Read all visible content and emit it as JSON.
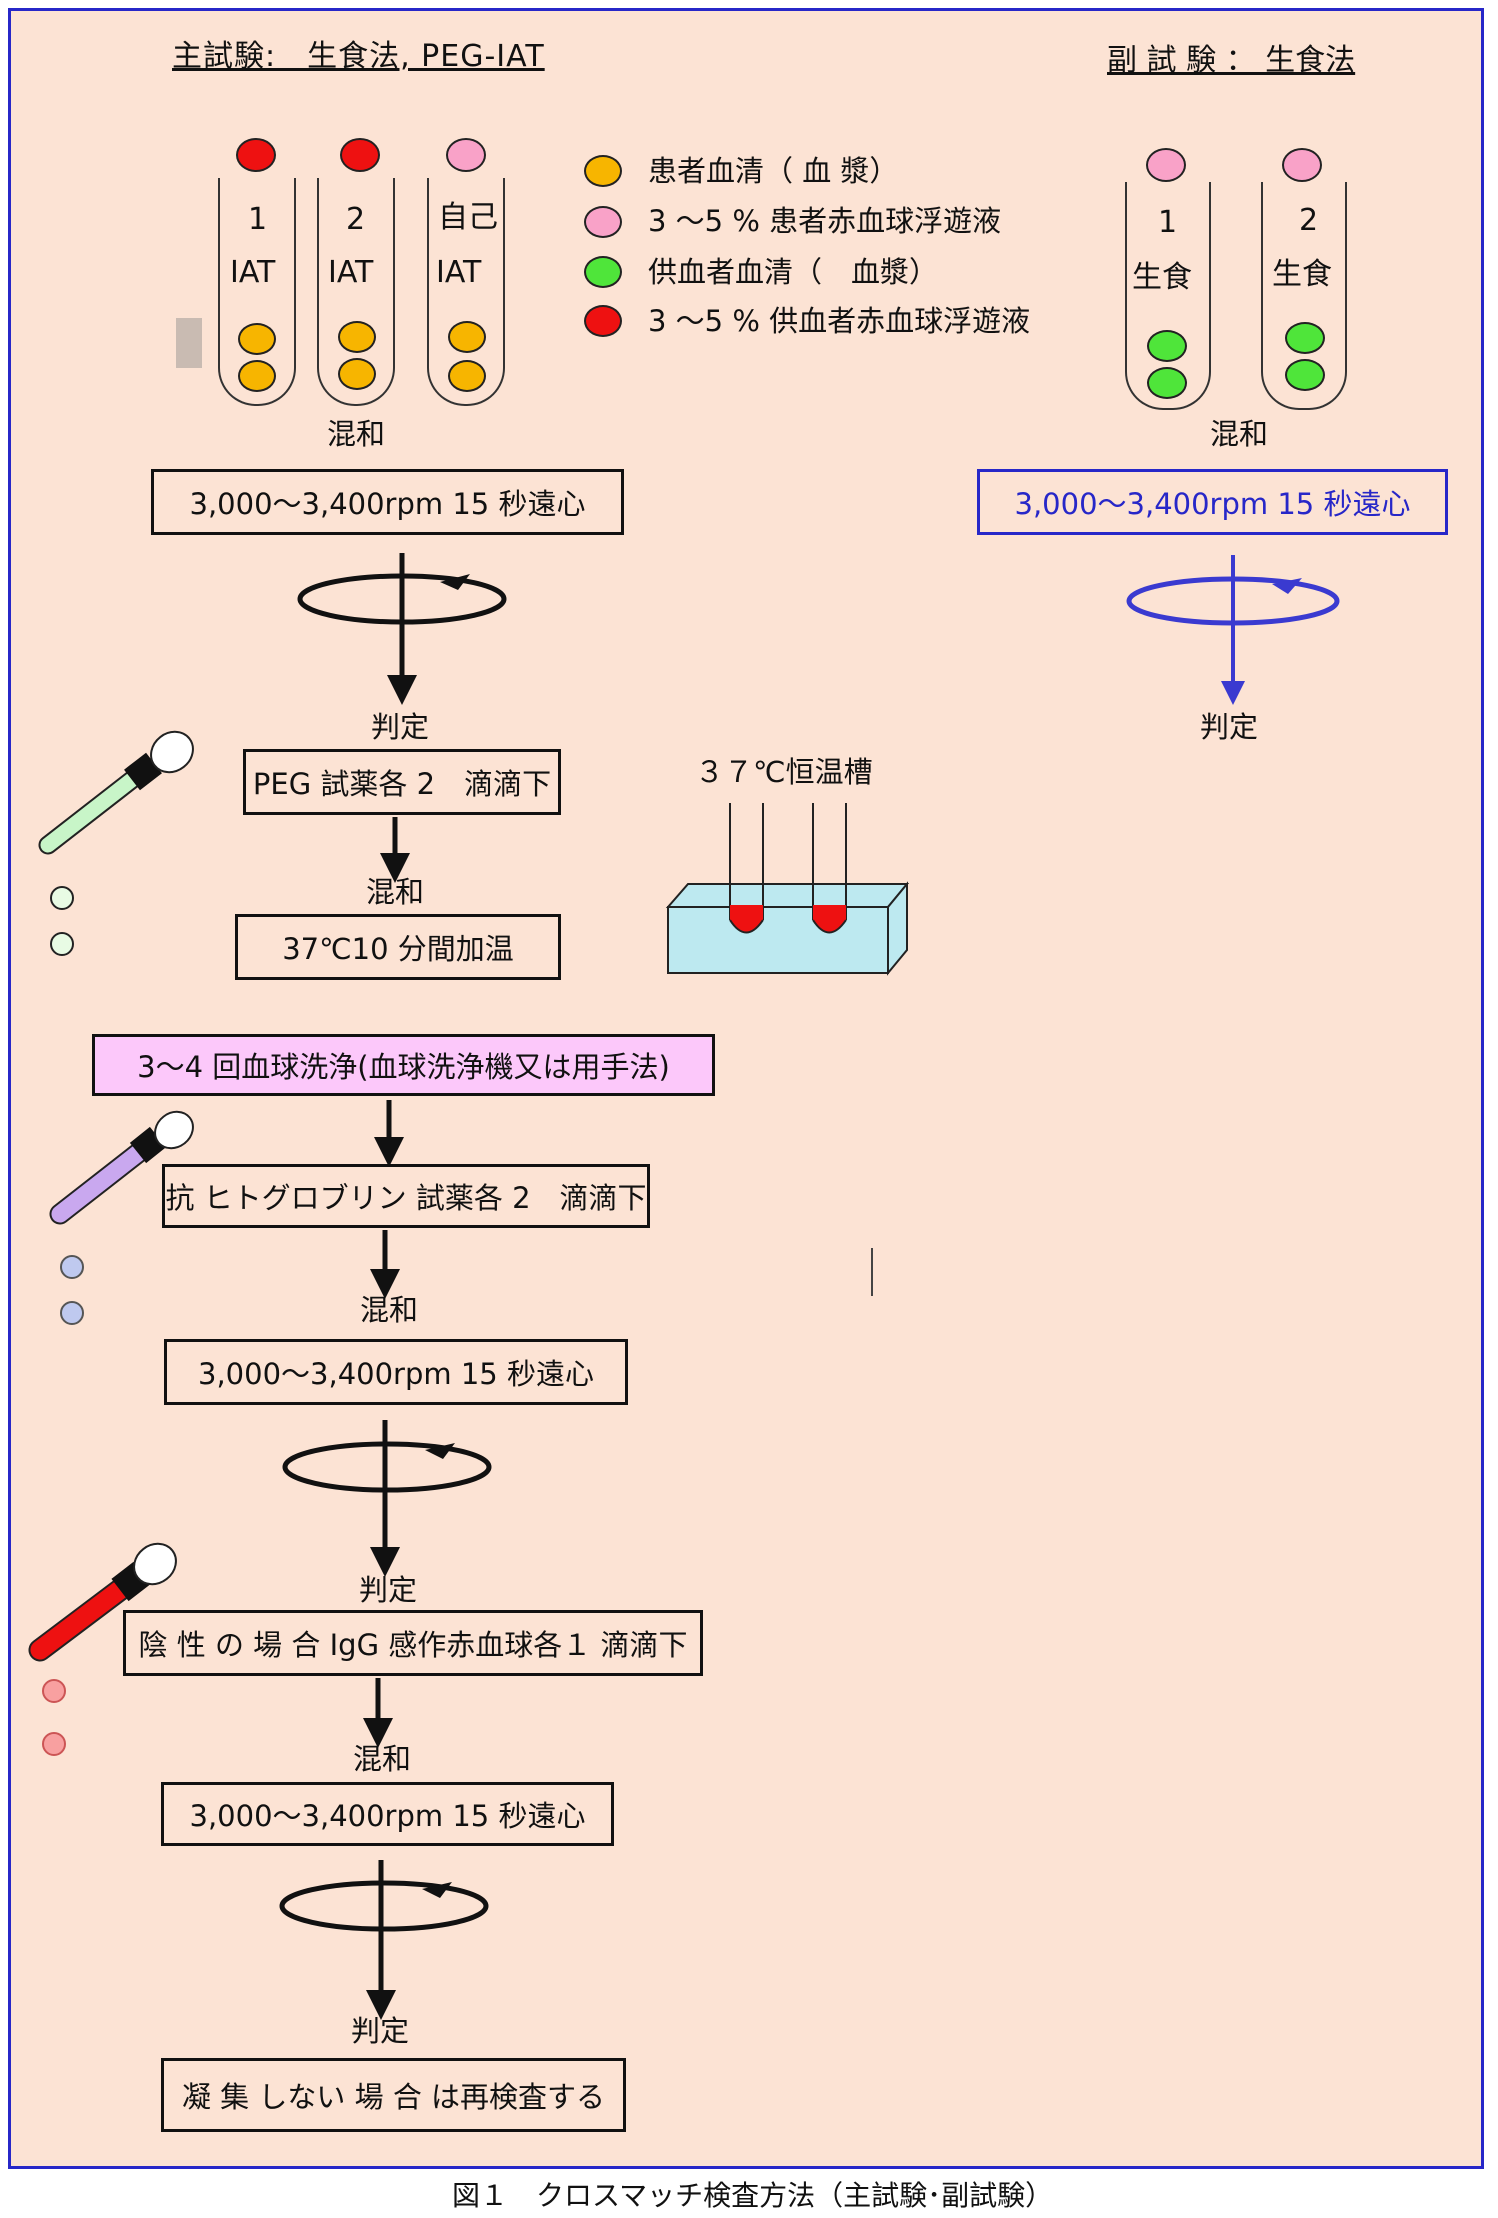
{
  "headers": {
    "main": "主試験:　生食法, PEG-IAT",
    "sub": "副 試 験 ： 生食法"
  },
  "tubes_main": [
    {
      "line1": "1",
      "line2": "IAT"
    },
    {
      "line1": "2",
      "line2": "IAT"
    },
    {
      "line1": "自己",
      "line2": "IAT"
    }
  ],
  "tubes_sub": [
    {
      "line1": "1",
      "line2": "生食"
    },
    {
      "line1": "2",
      "line2": "生食"
    }
  ],
  "legend": [
    {
      "color": "#f7b500",
      "label": "患者血清（ 血 漿）"
    },
    {
      "color": "#f9a2c8",
      "label": "3 ～5 % 患者赤血球浮遊液"
    },
    {
      "color": "#4fe53a",
      "label": "供血者血清（　血漿）"
    },
    {
      "color": "#ee1111",
      "label": "3 ～5 % 供血者赤血球浮遊液"
    }
  ],
  "labels": {
    "mix": "混和",
    "judge": "判定",
    "bath": "３７℃恒温槽"
  },
  "steps": {
    "centrifuge": "3,000～3,400rpm 15 秒遠心",
    "peg": "PEG 試薬各 2　滴滴下",
    "warm": "37℃10 分間加温",
    "wash": "3～4 回血球洗浄(血球洗浄機又は用手法)",
    "ahg": "抗 ヒトグロブリン 試薬各 2　滴滴下",
    "igg": "陰 性 の 場 合 IgG 感作赤血球各１ 滴滴下",
    "final": "凝 集 しない 場 合 は再検査する"
  },
  "caption": "図１　クロスマッチ検査方法（主試験･副試験）",
  "colors": {
    "panel": "#fce3d4",
    "border": "#2727c8",
    "wash_box": "#fcc8fa",
    "sub_centrifuge_text": "#2727c8"
  }
}
